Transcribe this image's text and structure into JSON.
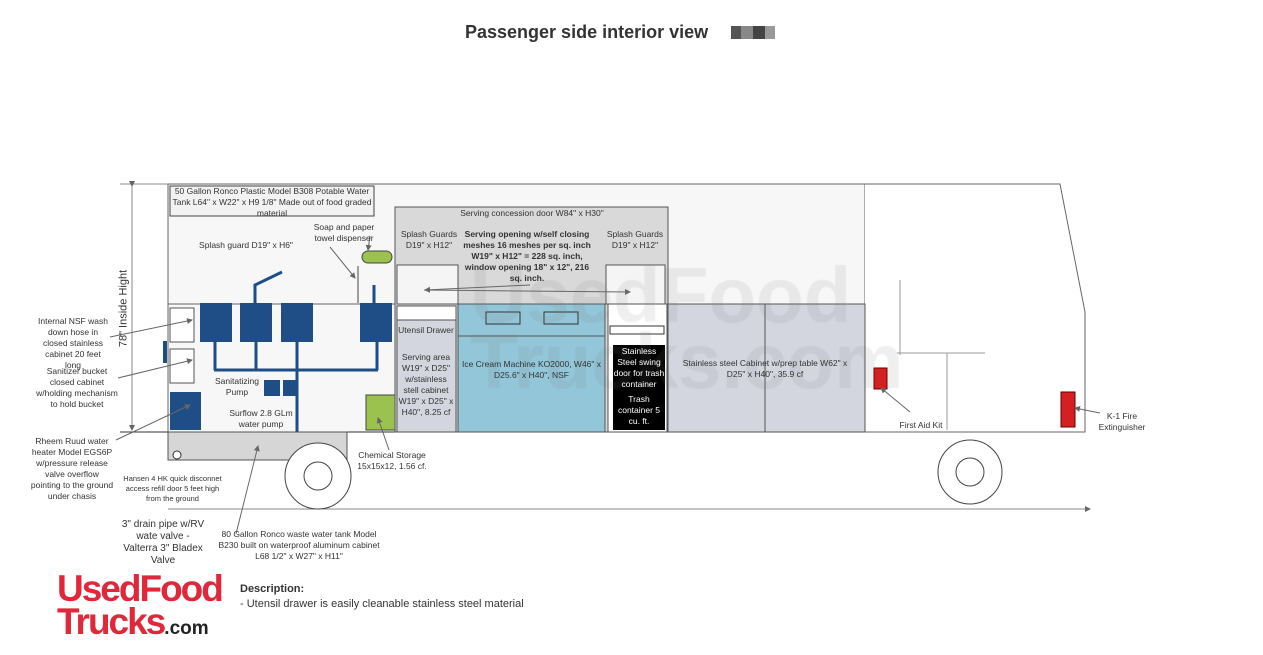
{
  "title": "Passenger side interior view",
  "labels": {
    "water_tank": "50 Gallon Ronco Plastic Model B308 Potable Water Tank L64\" x W22\" x H9 1/8\" Made out of food graded material",
    "soap": "Soap and paper towel dispenser",
    "splash_guard": "Splash guard D19\" x H6\"",
    "inside_height": "78\" Inside Hight",
    "wash_hose": "Internal NSF wash down hose in closed stainless cabinet 20 feet long",
    "sanitizer": "Sanitizer bucket closed cabinet w/holding mechanism to hold bucket",
    "sanitizing_pump": "Sanitatizing Pump",
    "surflow": "Surflow 2.8 GLm water pump",
    "water_heater": "Rheem Ruud water heater Model EGS6P w/pressure release valve overflow pointing to the ground under chasis",
    "hansen": "Hansen 4 HK quick disconnet access refill door 5 feet high from the ground",
    "drain": "3\" drain pipe w/RV wate valve - Valterra 3\" Bladex Valve",
    "waste_tank": "80 Gallon Ronco waste water tank Model B230 built on waterproof aluminum cabinet L68 1/2\" x W27\" x H11\"",
    "chemical": "Chemical Storage 15x15x12, 1.56 cf.",
    "concession_door": "Serving concession door W84\" x H30\"",
    "splash_left": "Splash Guards D19\" x H12\"",
    "splash_right": "Splash Guards D19\" x H12\"",
    "serving_opening": "Serving opening w/self closing meshes 16 meshes per sq. inch W19\" x H12\" = 228 sq. inch, window opening 18\" x 12\", 216 sq. inch.",
    "utensil": "Utensil Drawer",
    "serving_area": "Serving area W19\" x D25\" w/stainless stell cabinet W19\" x D25\" x H40\", 8.25 cf",
    "ice_cream": "Ice Cream Machine KO2000, W46\" x D25.6\" x H40\", NSF",
    "trash_door": "Stainless Steel swing door for trash container",
    "trash": "Trash container 5 cu. ft.",
    "prep_cabinet": "Stainless steel Cabinet w/prep table W62\" x D25\" x H40\", 35.9 cf",
    "first_aid": "First Aid Kit",
    "extinguisher": "K-1 Fire Extinguisher",
    "description_heading": "Description:",
    "description": "- Utensil drawer is easily cleanable stainless steel material"
  },
  "watermark": {
    "line1": "UsedFood",
    "line2": "Trucks.com"
  },
  "logo": {
    "line1": "UsedFood",
    "line2": "Trucks",
    "suffix": ".com"
  },
  "colors": {
    "sink_blue": "#1f4e87",
    "ice_cream": "#92c6d8",
    "cabinet_gray": "#d3d6de",
    "green": "#9bc24e",
    "red": "#d42020",
    "logo_red": "#e0283a"
  }
}
